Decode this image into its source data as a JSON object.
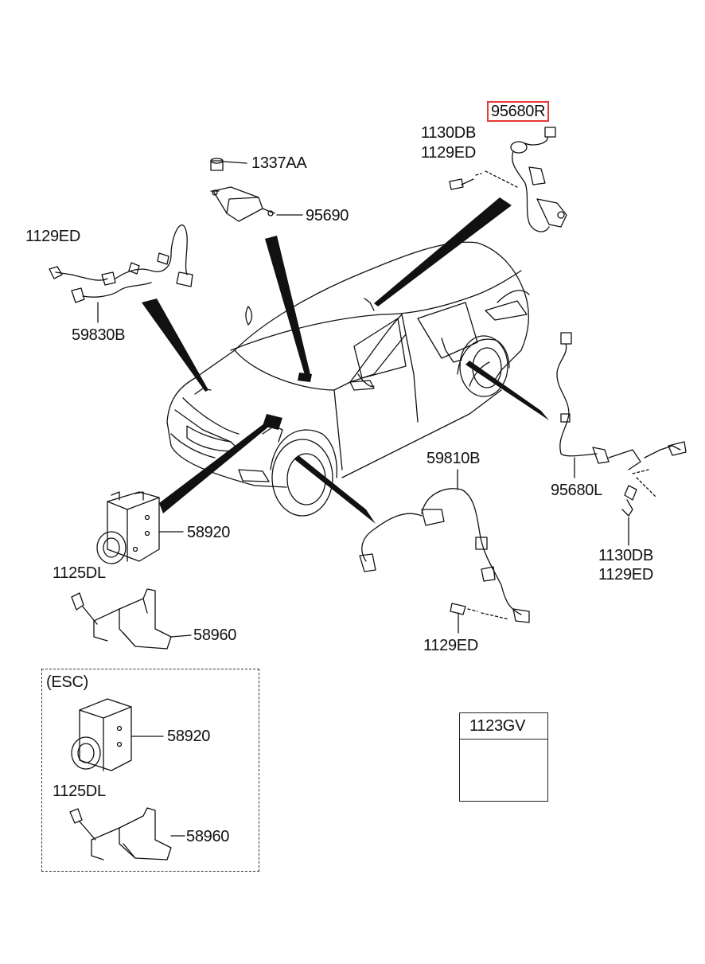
{
  "labels": {
    "part_95680R": "95680R",
    "part_1130DB_top": "1130DB",
    "part_1129ED_top": "1129ED",
    "part_1337AA": "1337AA",
    "part_95690": "95690",
    "part_1129ED_left": "1129ED",
    "part_59830B": "59830B",
    "part_58920": "58920",
    "part_1125DL": "1125DL",
    "part_58960": "58960",
    "part_59810B": "59810B",
    "part_1129ED_bottom": "1129ED",
    "part_95680L": "95680L",
    "part_1130DB_right": "1130DB",
    "part_1129ED_right": "1129ED",
    "esc_title": "(ESC)",
    "esc_58920": "58920",
    "esc_1125DL": "1125DL",
    "esc_58960": "58960",
    "part_1123GV": "1123GV"
  },
  "colors": {
    "highlight": "#e53935",
    "line": "#111111"
  }
}
